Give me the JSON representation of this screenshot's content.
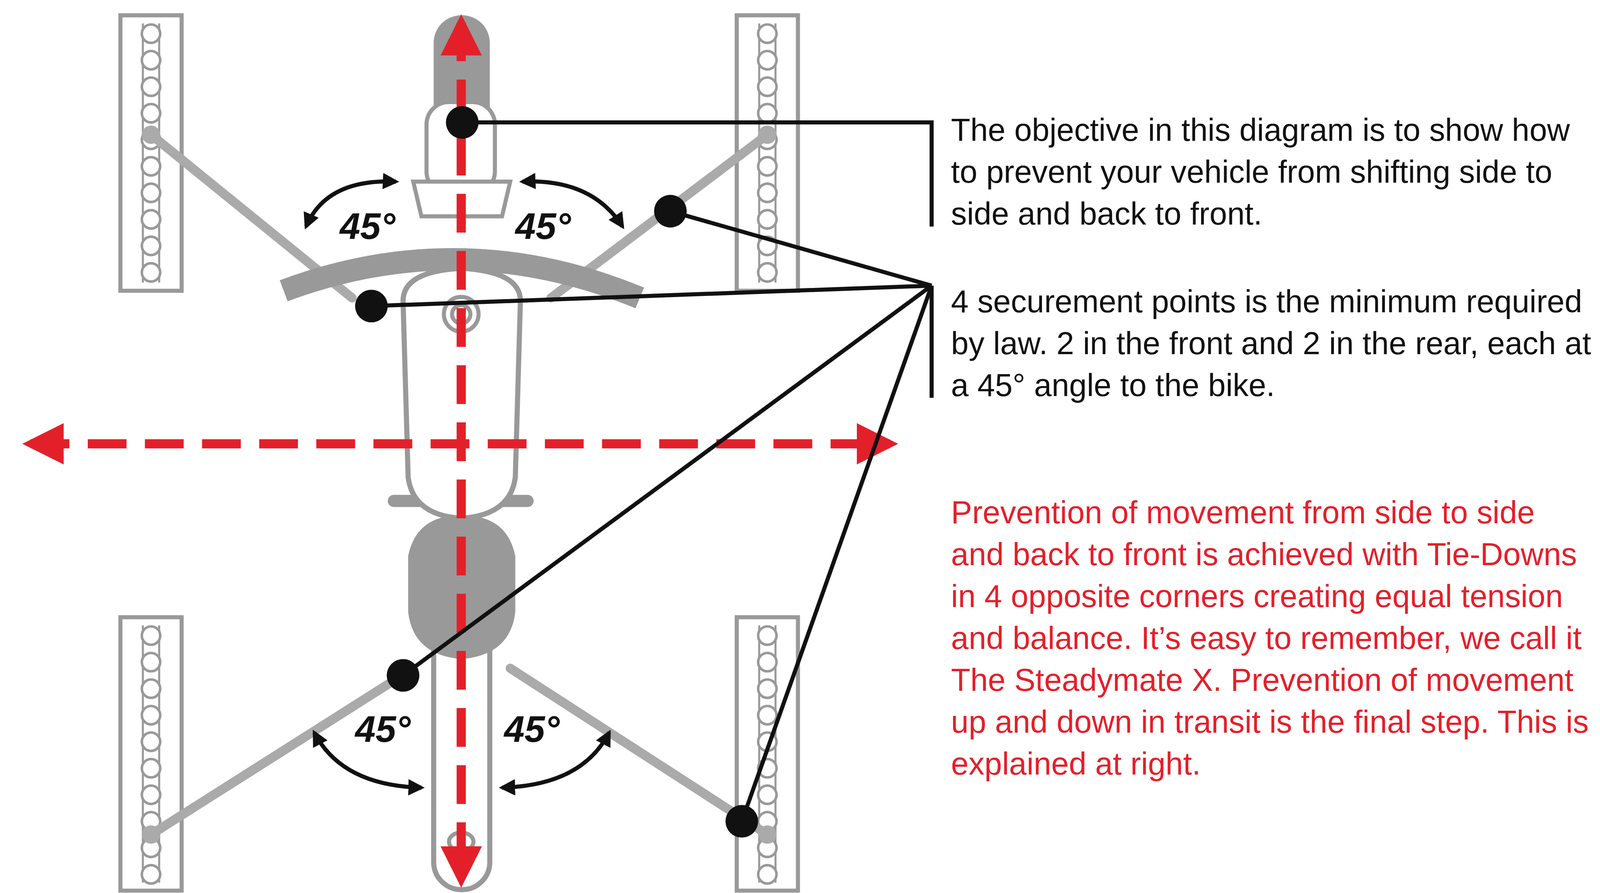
{
  "diagram": {
    "labels": [
      "45°",
      "45°",
      "45°",
      "45°",
      "The objective in this diagram is to show how to prevent your vehicle from shifting side to side and back to front.",
      "4 securement points is the minimum required by law. 2 in the front and 2 in the rear, each at a 45° angle to the bike.",
      "Prevention of movement from side to side and back to front is achieved with Tie-Downs in 4 opposite corners creating equal tension and balance. It’s easy to remember, we call it The Steadymate X. Prevention of movement up and down in transit is the final step. This is explained at right."
    ]
  }
}
